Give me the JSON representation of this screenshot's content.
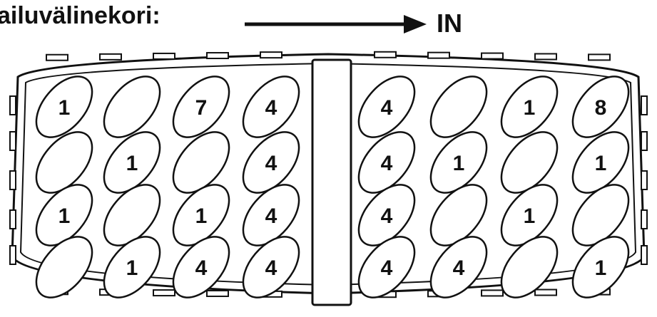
{
  "title": "ailuvälinekori:",
  "direction_label": "IN",
  "colors": {
    "ink": "#111111",
    "background": "#ffffff"
  },
  "left_section": {
    "columns": [
      [
        "1",
        "",
        "1",
        ""
      ],
      [
        "",
        "1",
        "",
        "1"
      ],
      [
        "7",
        "",
        "1",
        "4"
      ],
      [
        "4",
        "4",
        "4",
        "4"
      ]
    ]
  },
  "right_section": {
    "columns": [
      [
        "4",
        "4",
        "4",
        "4"
      ],
      [
        "",
        "1",
        "",
        "4"
      ],
      [
        "1",
        "",
        "1",
        ""
      ],
      [
        "8",
        "1",
        "",
        "1"
      ]
    ]
  }
}
